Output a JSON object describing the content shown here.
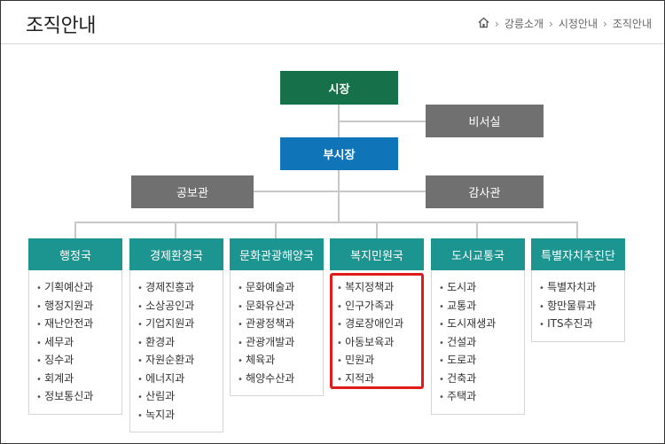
{
  "header": {
    "title": "조직안내",
    "breadcrumb": [
      "강릉소개",
      "시정안내",
      "조직안내"
    ],
    "home_icon": "home-icon"
  },
  "org": {
    "mayor": "시장",
    "secretary": "비서실",
    "vice_mayor": "부시장",
    "public_info": "공보관",
    "audit": "감사관"
  },
  "departments": [
    {
      "name": "행정국",
      "items": [
        "기획예산과",
        "행정지원과",
        "재난안전과",
        "세무과",
        "징수과",
        "회계과",
        "정보통신과"
      ]
    },
    {
      "name": "경제환경국",
      "items": [
        "경제진흥과",
        "소상공인과",
        "기업지원과",
        "환경과",
        "자원순환과",
        "에너지과",
        "산림과",
        "녹지과"
      ]
    },
    {
      "name": "문화관광해양국",
      "items": [
        "문화예술과",
        "문화유산과",
        "관광정책과",
        "관광개발과",
        "체육과",
        "해양수산과"
      ]
    },
    {
      "name": "복지민원국",
      "items": [
        "복지정책과",
        "인구가족과",
        "경로장애인과",
        "아동보육과",
        "민원과",
        "지적과"
      ]
    },
    {
      "name": "도시교통국",
      "items": [
        "도시과",
        "교통과",
        "도시재생과",
        "건설과",
        "도로과",
        "건축과",
        "주택과"
      ]
    },
    {
      "name": "특별자치추진단",
      "items": [
        "특별자치과",
        "항만물류과",
        "ITS추진과"
      ]
    }
  ],
  "colors": {
    "mayor": "#16704a",
    "vice_mayor": "#0f74b8",
    "staff": "#707070",
    "department": "#1c9490",
    "highlight": "#e01b1b"
  }
}
